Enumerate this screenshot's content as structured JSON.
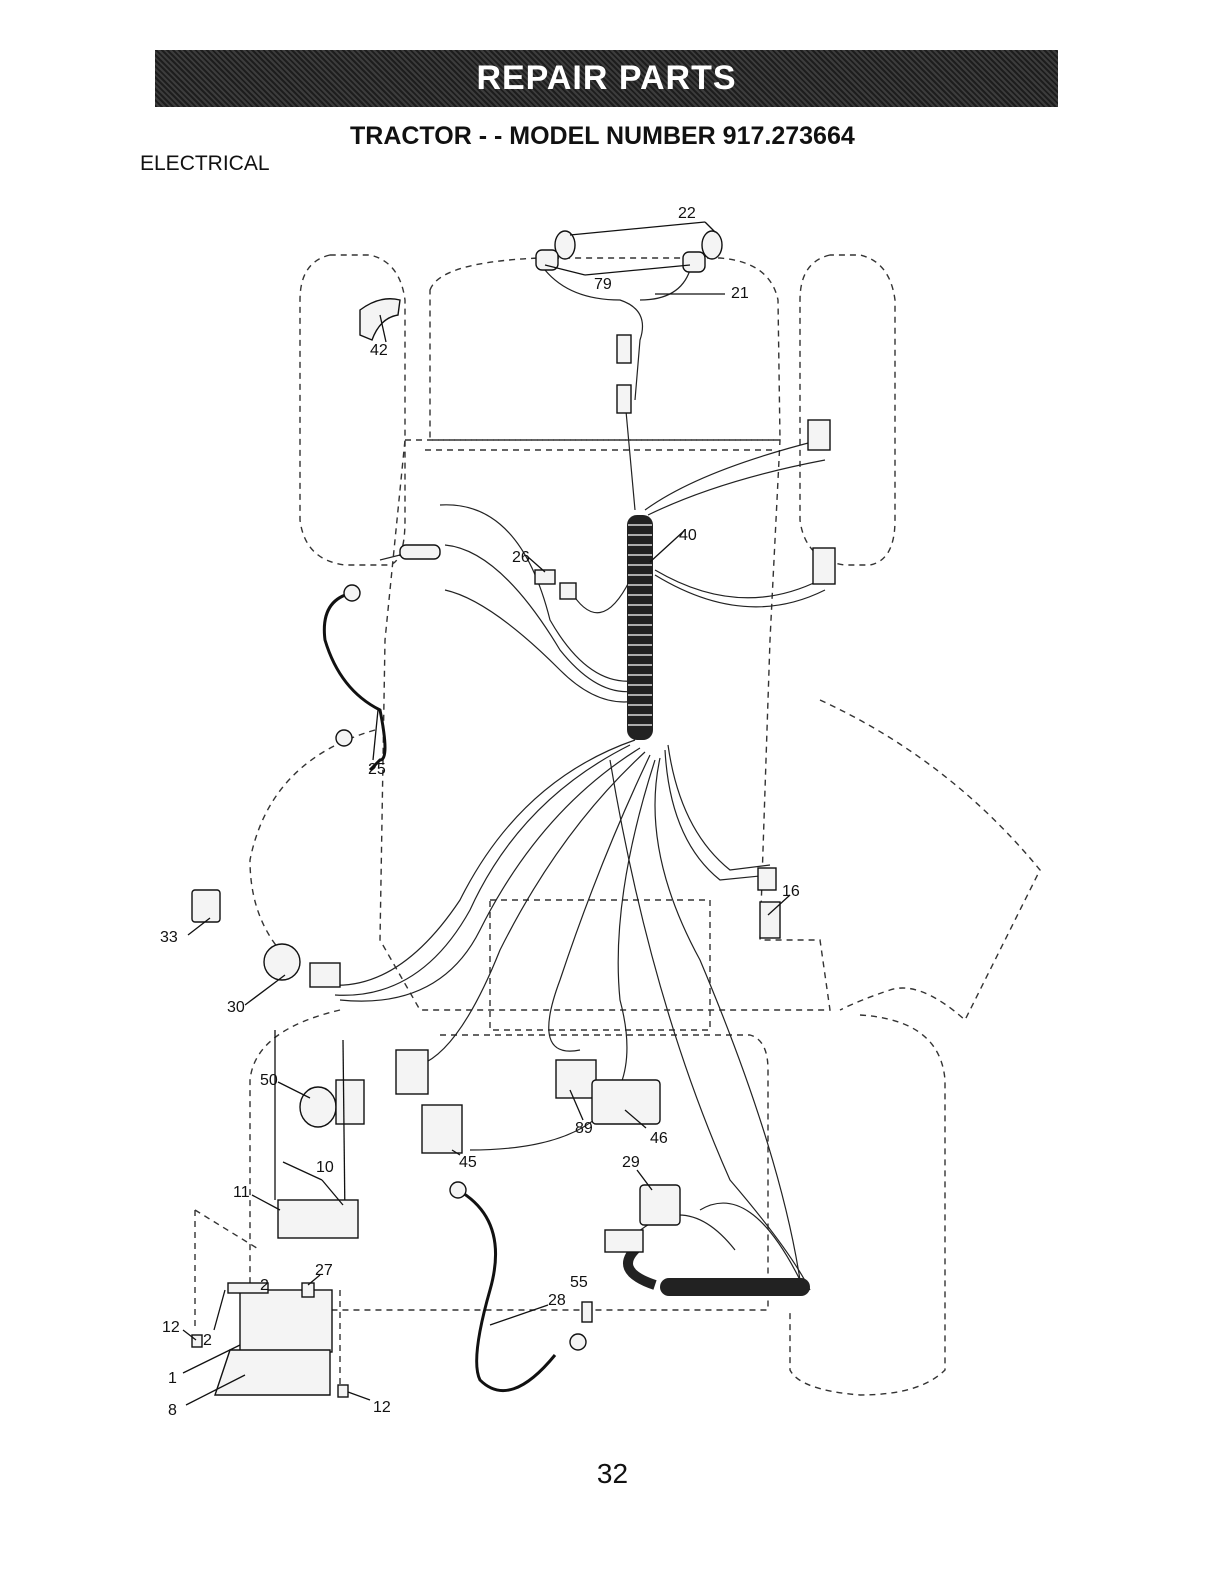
{
  "header": {
    "banner": "REPAIR PARTS",
    "model_title": "TRACTOR - - MODEL NUMBER 917.273664",
    "section": "ELECTRICAL"
  },
  "callouts": [
    {
      "id": "c22",
      "label": "22"
    },
    {
      "id": "c79",
      "label": "79"
    },
    {
      "id": "c21",
      "label": "21"
    },
    {
      "id": "c42",
      "label": "42"
    },
    {
      "id": "c40",
      "label": "40"
    },
    {
      "id": "c26",
      "label": "26"
    },
    {
      "id": "c25",
      "label": "25"
    },
    {
      "id": "c16",
      "label": "16"
    },
    {
      "id": "c33",
      "label": "33"
    },
    {
      "id": "c30",
      "label": "30"
    },
    {
      "id": "c50",
      "label": "50"
    },
    {
      "id": "c10",
      "label": "10"
    },
    {
      "id": "c11",
      "label": "11"
    },
    {
      "id": "c89",
      "label": "89"
    },
    {
      "id": "c46",
      "label": "46"
    },
    {
      "id": "c45",
      "label": "45"
    },
    {
      "id": "c29",
      "label": "29"
    },
    {
      "id": "c27",
      "label": "27"
    },
    {
      "id": "c55",
      "label": "55"
    },
    {
      "id": "c28",
      "label": "28"
    },
    {
      "id": "c12a",
      "label": "12"
    },
    {
      "id": "c2",
      "label": "2"
    },
    {
      "id": "c2b",
      "label": "2"
    },
    {
      "id": "c1",
      "label": "1"
    },
    {
      "id": "c8",
      "label": "8"
    },
    {
      "id": "c12b",
      "label": "12"
    }
  ],
  "footer": {
    "page_number": "32"
  }
}
